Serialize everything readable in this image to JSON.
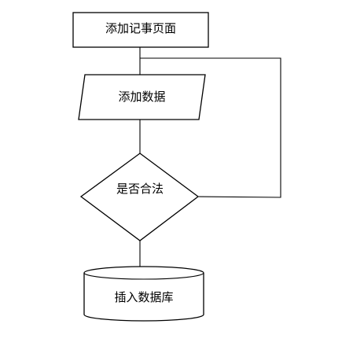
{
  "diagram": {
    "nodes": {
      "start": {
        "label": "添加记事页面",
        "shape": "rectangle"
      },
      "input": {
        "label": "添加数据",
        "shape": "parallelogram"
      },
      "check": {
        "label": "是否合法",
        "shape": "diamond"
      },
      "store": {
        "label": "插入数据库",
        "shape": "cylinder"
      }
    },
    "edges": [
      {
        "from": "start",
        "to": "input"
      },
      {
        "from": "input",
        "to": "check"
      },
      {
        "from": "check",
        "to": "store"
      },
      {
        "from": "check",
        "to": "input",
        "route": "loop-right"
      }
    ],
    "colors": {
      "background": "#ffffff",
      "stroke": "#000000",
      "text": "#000000"
    }
  }
}
